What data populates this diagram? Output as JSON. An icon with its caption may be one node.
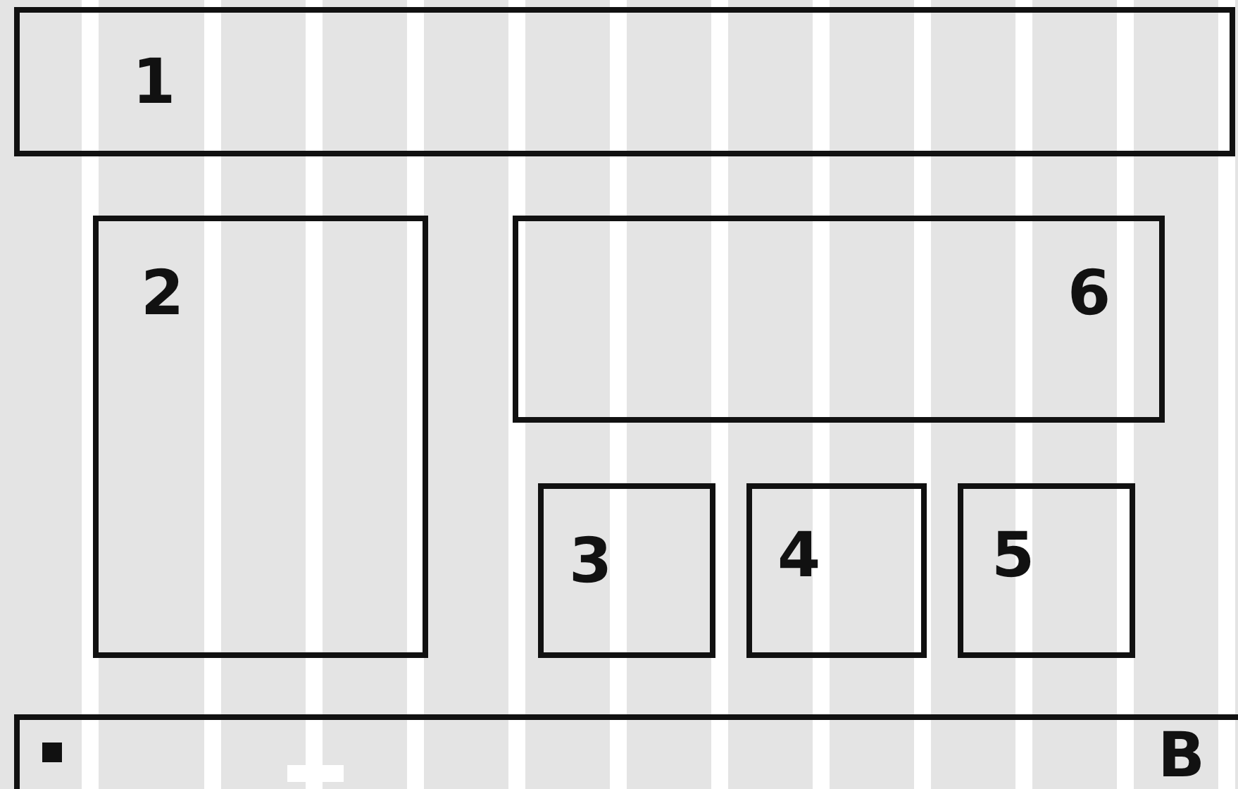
{
  "diagram": {
    "nodes": [
      {
        "text": [
          "1"
        ]
      },
      {
        "text": [
          "2"
        ]
      },
      {
        "text": [
          "6"
        ]
      },
      {
        "text": [
          "3"
        ]
      },
      {
        "text": [
          "4"
        ]
      },
      {
        "text": [
          "5"
        ]
      },
      {
        "text": [
          "B"
        ]
      }
    ]
  }
}
